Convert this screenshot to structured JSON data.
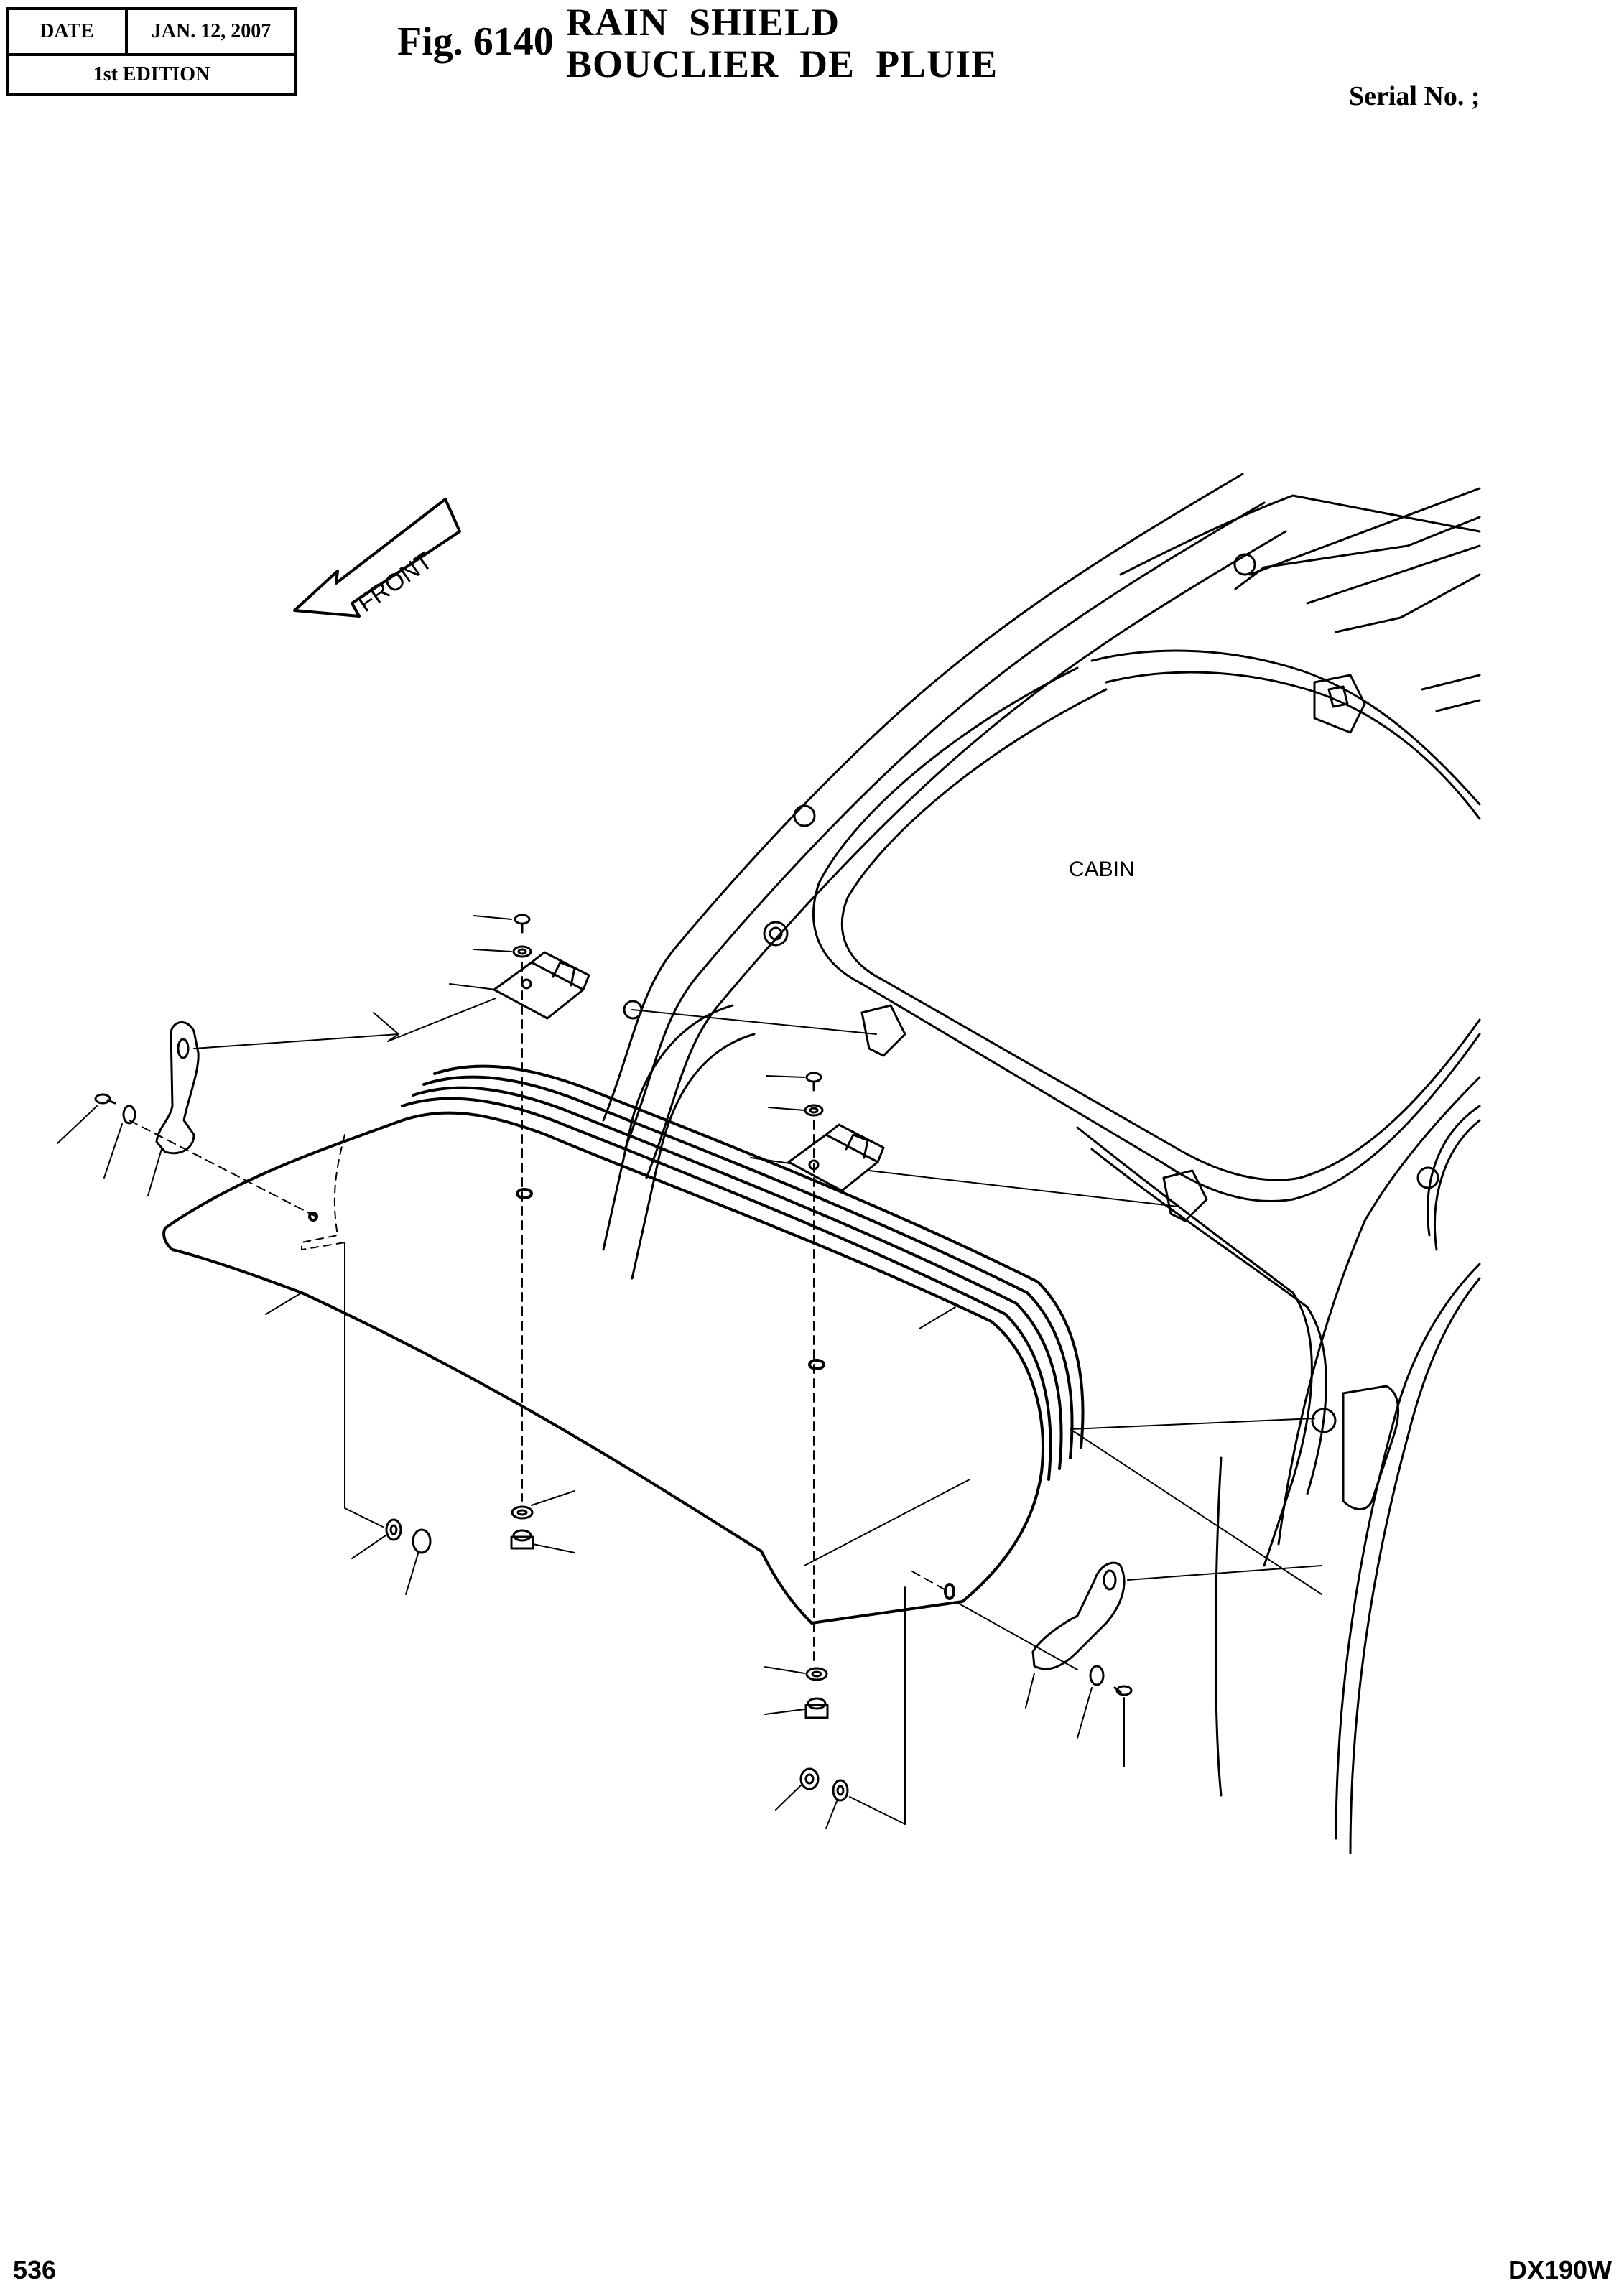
{
  "header": {
    "date_label": "DATE",
    "date_value": "JAN. 12, 2007",
    "edition": "1st EDITION",
    "fig_number": "Fig. 6140",
    "title_en": "RAIN  SHIELD",
    "title_fr": "BOUCLIER  DE  PLUIE",
    "serial": "Serial No. ;"
  },
  "drawing": {
    "front_label": "FRONT",
    "cabin_label": "CABIN"
  },
  "footer": {
    "page": "536",
    "model": "DX190W"
  }
}
